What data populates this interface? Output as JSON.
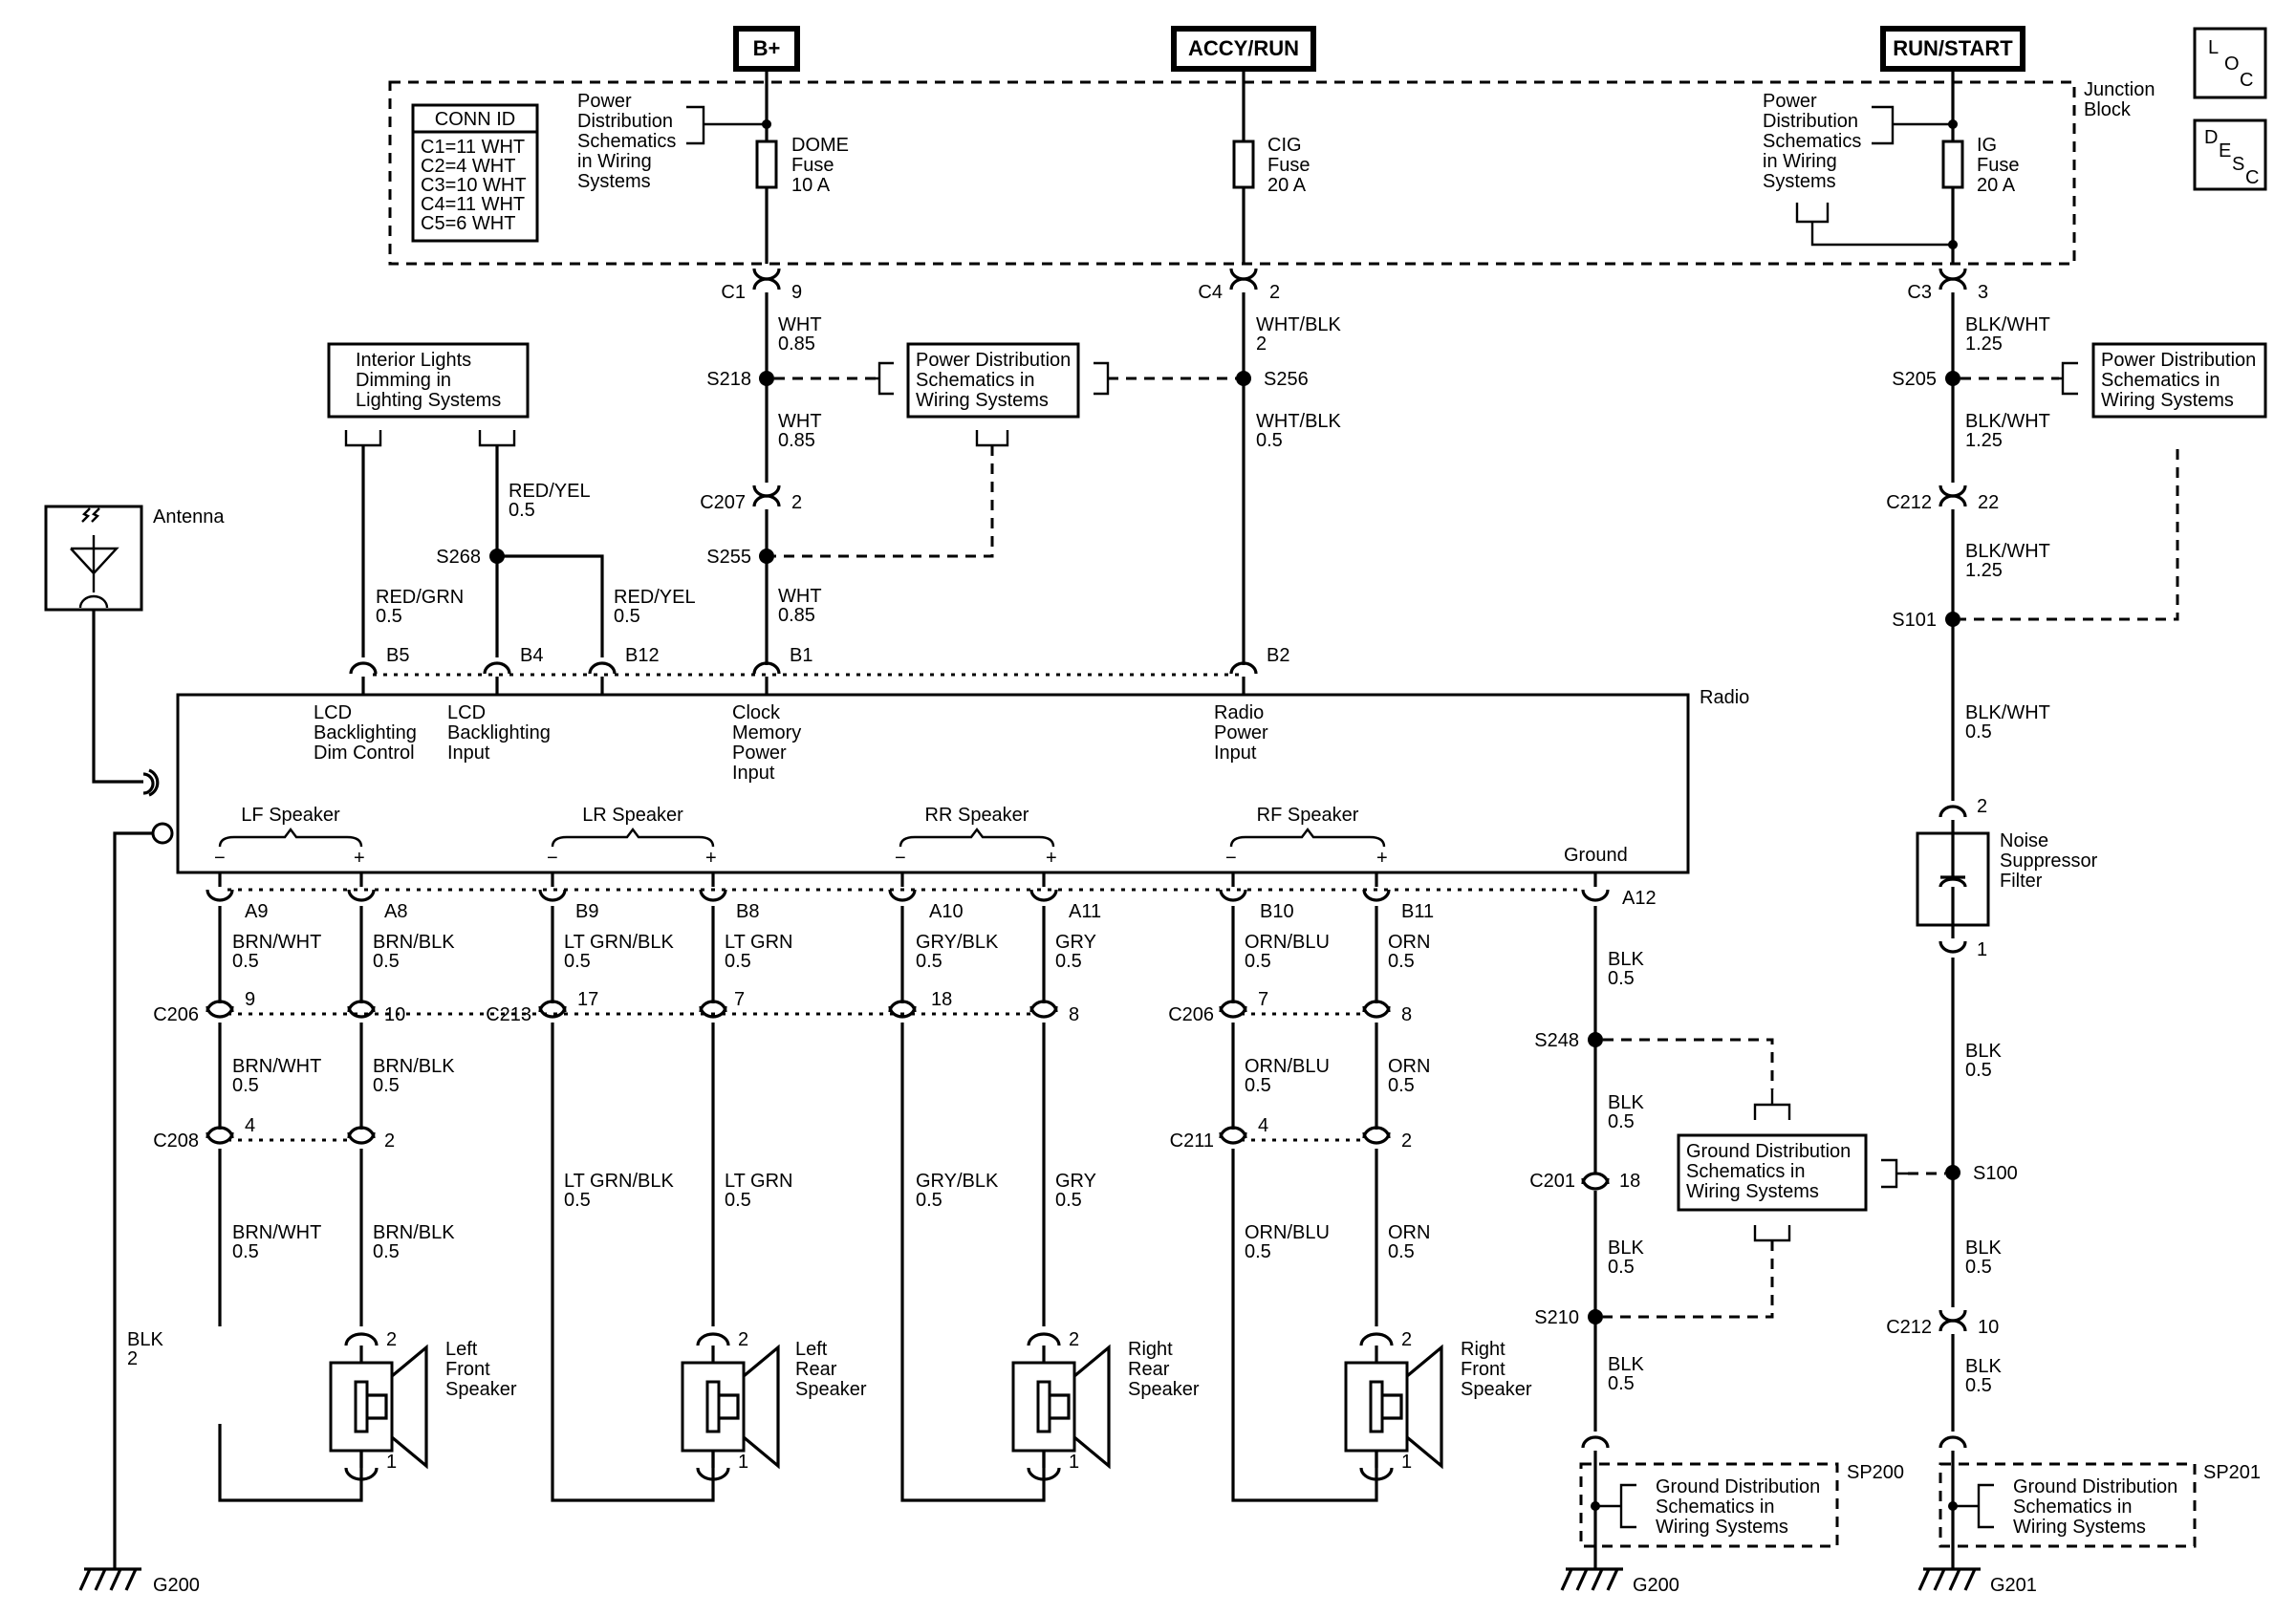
{
  "supplies": {
    "bplus": "B+",
    "accy": "ACCY/RUN",
    "run": "RUN/START"
  },
  "loc": [
    "L",
    "O",
    "C"
  ],
  "desc": [
    "D",
    "E",
    "S",
    "C"
  ],
  "junction_block": [
    "Junction",
    "Block"
  ],
  "conn_id": {
    "title": "CONN ID",
    "lines": [
      "C1=11 WHT",
      "C2=4 WHT",
      "C3=10 WHT",
      "C4=11 WHT",
      "C5=6 WHT"
    ]
  },
  "pds_4": [
    "Power",
    "Distribution",
    "Schematics",
    "in Wiring",
    "Systems"
  ],
  "pds_3": [
    "Power Distribution",
    "Schematics in",
    "Wiring Systems"
  ],
  "gds_3": [
    "Ground Distribution",
    "Schematics in",
    "Wiring Systems"
  ],
  "interior": [
    "Interior Lights",
    "Dimming in",
    "Lighting Systems"
  ],
  "fuses": {
    "dome": [
      "DOME",
      "Fuse",
      "10 A"
    ],
    "cig": [
      "CIG",
      "Fuse",
      "20 A"
    ],
    "ig": [
      "IG",
      "Fuse",
      "20 A"
    ]
  },
  "conn": {
    "c1": "C1",
    "c1p": "9",
    "c4": "C4",
    "c4p": "2",
    "c3": "C3",
    "c3p": "3",
    "c207": "C207",
    "c207p": "2",
    "c212": "C212",
    "c212p": "22",
    "c212b": "C212",
    "c212bp": "10",
    "c206a": "C206",
    "c213": "C213",
    "c206b": "C206",
    "c208": "C208",
    "c211": "C211",
    "c201": "C201",
    "c201p": "18",
    "p9": "9",
    "p10": "10",
    "p17": "17",
    "p7": "7",
    "p18": "18",
    "p8": "8",
    "p7b": "7",
    "p8b": "8",
    "p4a": "4",
    "p2a": "2",
    "p4b": "4",
    "p2b": "2",
    "nf2": "2",
    "nf1": "1"
  },
  "splices": {
    "s218": "S218",
    "s256": "S256",
    "s205": "S205",
    "s255": "S255",
    "s268": "S268",
    "s101": "S101",
    "s248": "S248",
    "s100": "S100",
    "s210": "S210"
  },
  "wires": {
    "wht085": [
      "WHT",
      "0.85"
    ],
    "whtblk2": [
      "WHT/BLK",
      "2"
    ],
    "whtblk05": [
      "WHT/BLK",
      "0.5"
    ],
    "blkwht125": [
      "BLK/WHT",
      "1.25"
    ],
    "blkwht05": [
      "BLK/WHT",
      "0.5"
    ],
    "redyel": [
      "RED/YEL",
      "0.5"
    ],
    "redgrn": [
      "RED/GRN",
      "0.5"
    ],
    "blk05": [
      "BLK",
      "0.5"
    ],
    "blk2": [
      "BLK",
      "2"
    ],
    "brnwht": [
      "BRN/WHT",
      "0.5"
    ],
    "brnblk": [
      "BRN/BLK",
      "0.5"
    ],
    "ltgrnblk": [
      "LT GRN/BLK",
      "0.5"
    ],
    "ltgrn": [
      "LT GRN",
      "0.5"
    ],
    "gryblk": [
      "GRY/BLK",
      "0.5"
    ],
    "gry": [
      "GRY",
      "0.5"
    ],
    "ornblu": [
      "ORN/BLU",
      "0.5"
    ],
    "orn": [
      "ORN",
      "0.5"
    ]
  },
  "radio": {
    "label": "Radio",
    "pins_top": {
      "b5": "B5",
      "b4": "B4",
      "b12": "B12",
      "b1": "B1",
      "b2": "B2"
    },
    "inputs": {
      "lcd_dim": [
        "LCD",
        "Backlighting",
        "Dim Control"
      ],
      "lcd_in": [
        "LCD",
        "Backlighting",
        "Input"
      ],
      "clock": [
        "Clock",
        "Memory",
        "Power",
        "Input"
      ],
      "power": [
        "Radio",
        "Power",
        "Input"
      ]
    },
    "speakers": {
      "lf": "LF Speaker",
      "lr": "LR Speaker",
      "rr": "RR Speaker",
      "rf": "RF Speaker"
    },
    "minus": "−",
    "plus": "+",
    "ground": "Ground",
    "pins_bottom": {
      "a9": "A9",
      "a8": "A8",
      "b9": "B9",
      "b8": "B8",
      "a10": "A10",
      "a11": "A11",
      "b10": "B10",
      "b11": "B11",
      "a12": "A12"
    }
  },
  "antenna": "Antenna",
  "noise_filter": [
    "Noise",
    "Suppressor",
    "Filter"
  ],
  "speaker_pins": {
    "two": "2",
    "one": "1"
  },
  "speakers": {
    "lf": [
      "Left",
      "Front",
      "Speaker"
    ],
    "lr": [
      "Left",
      "Rear",
      "Speaker"
    ],
    "rr": [
      "Right",
      "Rear",
      "Speaker"
    ],
    "rf": [
      "Right",
      "Front",
      "Speaker"
    ]
  },
  "grounds": {
    "g200a": "G200",
    "g200b": "G200",
    "g201": "G201",
    "sp200": "SP200",
    "sp201": "SP201"
  }
}
